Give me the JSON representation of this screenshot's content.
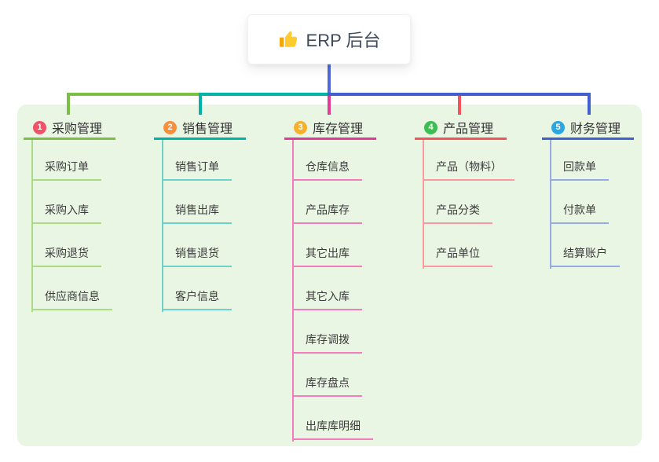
{
  "root": {
    "label": "ERP 后台",
    "icon": "thumbs-up-icon"
  },
  "colors": {
    "panel_background": "#e8f6e3",
    "root_connector": "#5169d8",
    "branch_lines": [
      "#7cc043",
      "#00b3a9",
      "#e23a97",
      "#f5545c",
      "#4060cf"
    ],
    "branch_child_lines": [
      "#abdb82",
      "#6fd2c7",
      "#f27cbc",
      "#f99aa0",
      "#95abe3"
    ],
    "badge_colors": [
      "#f25168",
      "#f98e3d",
      "#f6b02a",
      "#3cbf52",
      "#2aa7e0"
    ]
  },
  "branches": [
    {
      "num": "1",
      "label": "采购管理",
      "children": [
        "采购订单",
        "采购入库",
        "采购退货",
        "供应商信息"
      ]
    },
    {
      "num": "2",
      "label": "销售管理",
      "children": [
        "销售订单",
        "销售出库",
        "销售退货",
        "客户信息"
      ]
    },
    {
      "num": "3",
      "label": "库存管理",
      "children": [
        "仓库信息",
        "产品库存",
        "其它出库",
        "其它入库",
        "库存调拨",
        "库存盘点",
        "出库库明细"
      ]
    },
    {
      "num": "4",
      "label": "产品管理",
      "children": [
        "产品（物料）",
        "产品分类",
        "产品单位"
      ]
    },
    {
      "num": "5",
      "label": "财务管理",
      "children": [
        "回款单",
        "付款单",
        "结算账户"
      ]
    }
  ]
}
